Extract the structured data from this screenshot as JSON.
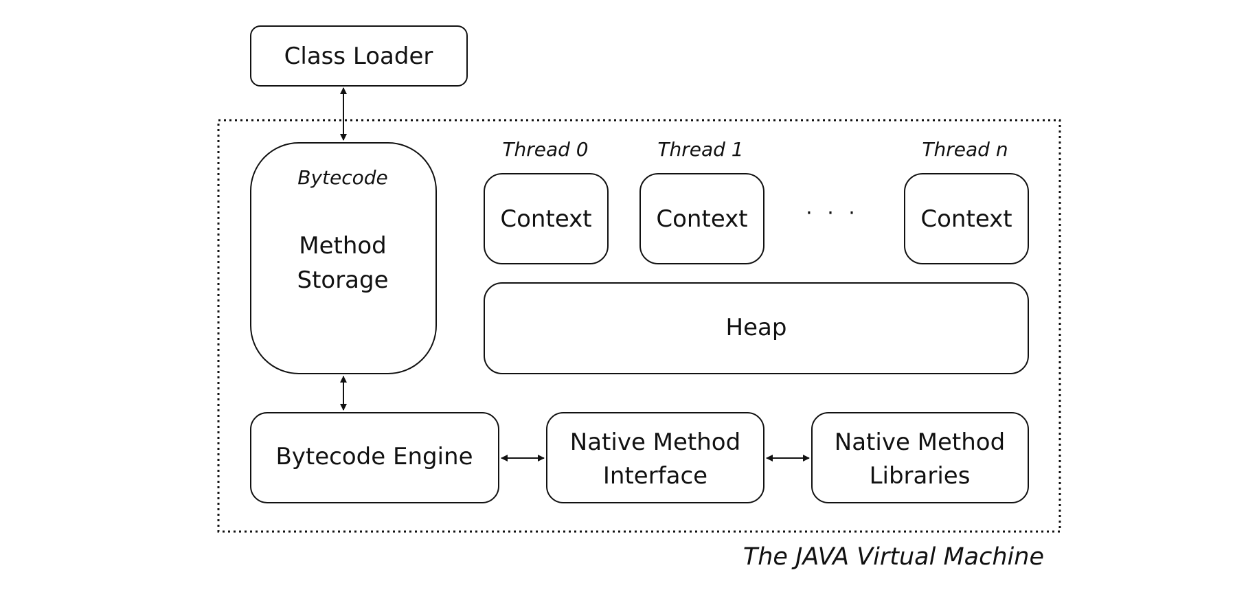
{
  "class_loader": {
    "label": "Class Loader"
  },
  "method_storage": {
    "subtitle": "Bytecode",
    "line1": "Method",
    "line2": "Storage"
  },
  "threads": [
    {
      "name": "Thread 0",
      "context": "Context"
    },
    {
      "name": "Thread 1",
      "context": "Context"
    },
    {
      "name": "Thread n",
      "context": "Context"
    }
  ],
  "ellipsis": "· · ·",
  "heap": {
    "label": "Heap"
  },
  "bytecode_engine": {
    "label": "Bytecode Engine"
  },
  "native_interface": {
    "line1": "Native Method",
    "line2": "Interface"
  },
  "native_libraries": {
    "line1": "Native Method",
    "line2": "Libraries"
  },
  "caption": "The JAVA Virtual Machine"
}
